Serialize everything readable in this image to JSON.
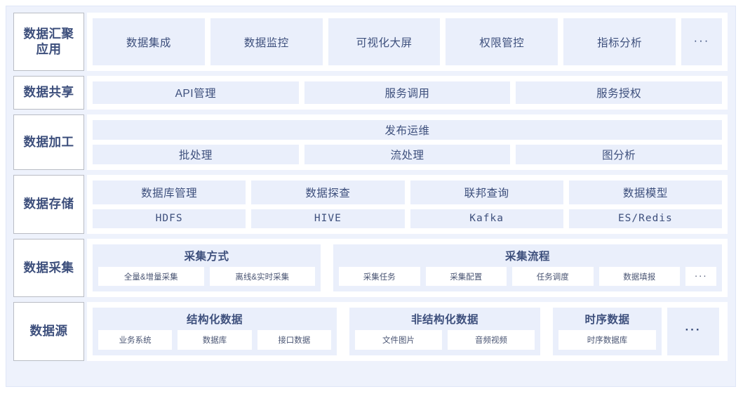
{
  "layers": [
    {
      "name": "数据汇聚\n应用",
      "label_line1": "数据汇聚",
      "label_line2": "应用",
      "chips": [
        "数据集成",
        "数据监控",
        "可视化大屏",
        "权限管控",
        "指标分析"
      ],
      "more": "···"
    },
    {
      "label": "数据共享",
      "chips": [
        "API管理",
        "服务调用",
        "服务授权"
      ]
    },
    {
      "label": "数据加工",
      "full_chip": "发布运维",
      "chips": [
        "批处理",
        "流处理",
        "图分析"
      ]
    },
    {
      "label": "数据存储",
      "row1": [
        "数据库管理",
        "数据探查",
        "联邦查询",
        "数据模型"
      ],
      "row2": [
        "HDFS",
        "HIVE",
        "Kafka",
        "ES/Redis"
      ]
    },
    {
      "label": "数据采集",
      "groups": [
        {
          "title": "采集方式",
          "items": [
            "全量&增量采集",
            "离线&实时采集"
          ]
        },
        {
          "title": "采集流程",
          "items": [
            "采集任务",
            "采集配置",
            "任务调度",
            "数据填报"
          ],
          "more": "···"
        }
      ]
    },
    {
      "label": "数据源",
      "groups": [
        {
          "title": "结构化数据",
          "items": [
            "业务系统",
            "数据库",
            "接口数据"
          ]
        },
        {
          "title": "非结构化数据",
          "items": [
            "文件图片",
            "音频视频"
          ]
        },
        {
          "title": "时序数据",
          "items": [
            "时序数据库"
          ]
        }
      ],
      "more": "···"
    }
  ],
  "colors": {
    "page_background": "#eef2fc",
    "panel_background": "#ffffff",
    "chip_background": "#eaeffb",
    "text": "#3d4f7c",
    "label_border": "#b9bcc4"
  }
}
